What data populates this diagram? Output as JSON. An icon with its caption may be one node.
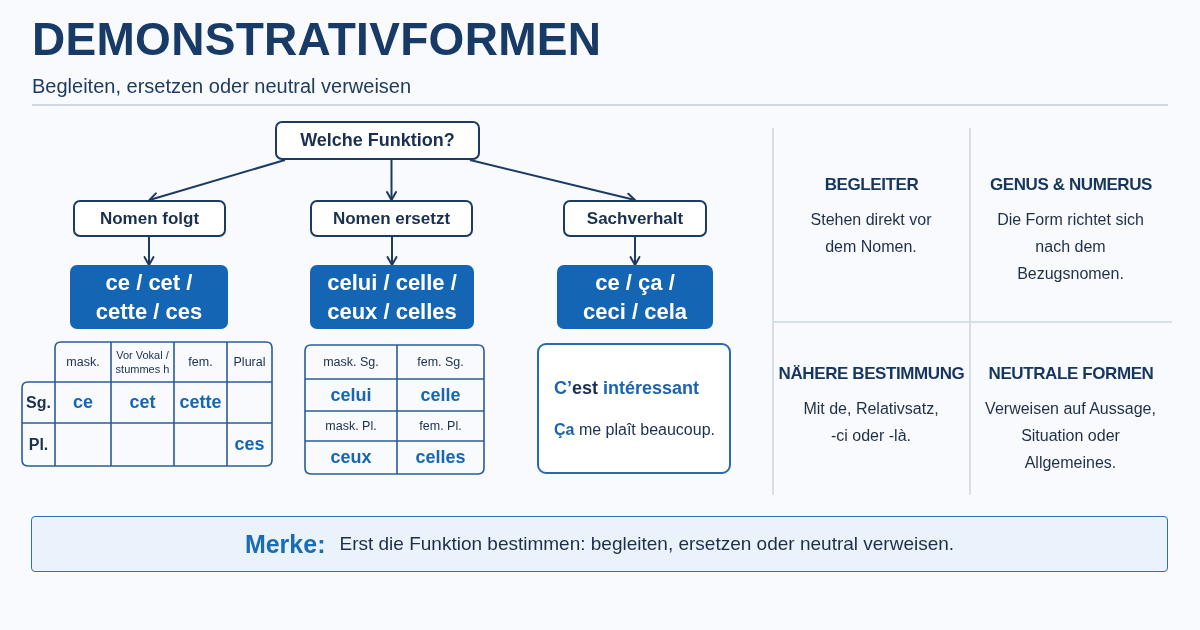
{
  "diagram": {
    "title": "DEMONSTRATIVFORMEN",
    "nodes": [
      {
        "text": [
          "Welche Funktion?"
        ]
      },
      {
        "text": [
          "Nomen folgt"
        ]
      },
      {
        "text": [
          "Nomen ersetzt"
        ]
      },
      {
        "text": [
          "Sachverhalt"
        ]
      },
      {
        "text": [
          "ce / cet / cette / ces"
        ]
      },
      {
        "text": [
          "celui / celle / ceux / celles"
        ]
      },
      {
        "text": [
          "ce / ça / ceci / cela"
        ]
      },
      {
        "text": [
          "**C’**est **intéressant**",
          "**Ça** me plaît beaucoup."
        ]
      },
      {
        "text": [
          "Merke:",
          "Erst die Funktion bestimmen: begleiten, ersetzen oder neutral verweisen."
        ]
      }
    ],
    "edges": [
      {
        "from": 0,
        "to": 1,
        "arrow": "to"
      },
      {
        "from": 0,
        "to": 2,
        "arrow": "to"
      },
      {
        "from": 0,
        "to": 3,
        "arrow": "to"
      },
      {
        "from": 1,
        "to": 4,
        "arrow": "to"
      },
      {
        "from": 2,
        "to": 5,
        "arrow": "to"
      },
      {
        "from": 3,
        "to": 6,
        "arrow": "to"
      }
    ],
    "labels": [
      "Begleiten, ersetzen oder neutral verweisen",
      "mask.",
      "Vor Vokal / stummes h",
      "fem.",
      "Plural",
      "Sg.",
      "ce",
      "cet",
      "cette",
      "Pl.",
      "ces",
      "mask. Sg.",
      "fem. Sg.",
      "celui",
      "celle",
      "mask. Pl.",
      "fem. Pl.",
      "ceux",
      "celles",
      "BEGLEITER",
      "Stehen direkt vor dem Nomen.",
      "GENUS & NUMERUS",
      "Die Form richtet sich nach dem Bezugsnomen.",
      "NÄHERE BESTIMMUNG",
      "Mit de, Relativsatz, -ci oder -là.",
      "NEUTRALE FORMEN",
      "Verweisen auf Aussage, Situation oder Allgemeines."
    ]
  }
}
